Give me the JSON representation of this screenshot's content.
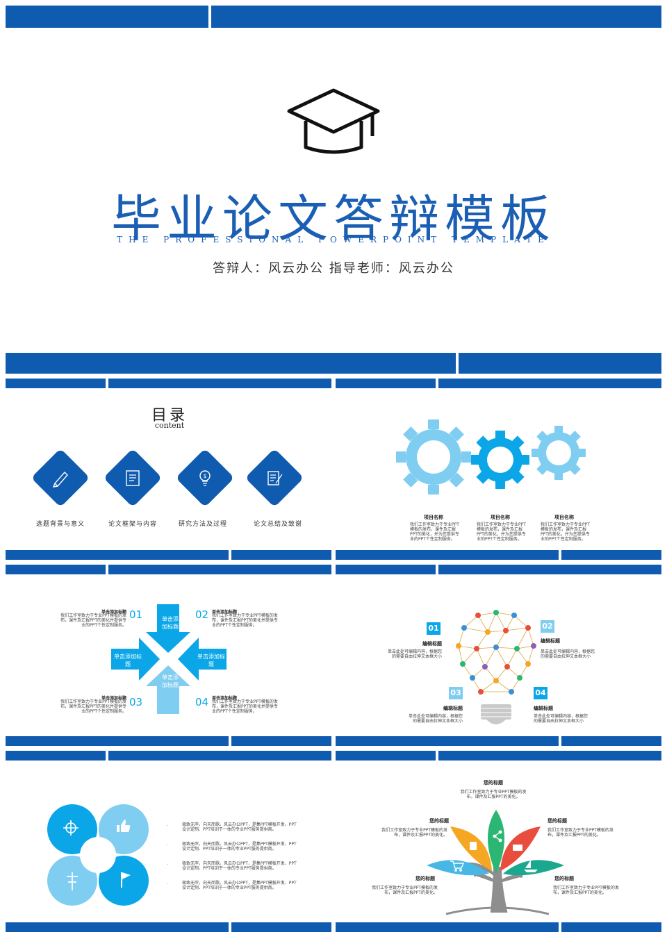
{
  "cover": {
    "title": "毕业论文答辩模板",
    "subtitle": "THE PROFESSIONAL POWERPOINT TEMPLATE",
    "author_line": "答辩人：风云办公  指导老师：风云办公"
  },
  "toc": {
    "title": "目录",
    "subtitle": "content",
    "items": [
      "选题背景与意义",
      "论文框架与内容",
      "研究方法及过程",
      "论文总结及致谢"
    ]
  },
  "gears": {
    "items": [
      {
        "title": "项目名称",
        "desc": "我们工作室致力于专业PPT模板的发布，课件及汇报PPT的美化，并为您提供专业的PPT个性定制服务。"
      },
      {
        "title": "项目名称",
        "desc": "我们工作室致力于专业PPT模板的发布，课件及汇报PPT的美化，并为您提供专业的PPT个性定制服务。"
      },
      {
        "title": "项目名称",
        "desc": "我们工作室致力于专业PPT模板的发布，课件及汇报PPT的美化，并为您提供专业的PPT个性定制服务。"
      }
    ]
  },
  "arrows": {
    "center": [
      "单击添加标题",
      "单击添加标题",
      "单击添加标题",
      "单击添加标题"
    ],
    "items": [
      {
        "num": "01",
        "title": "单击添加标题",
        "desc": "我们工作室致力于专业PPT模板的发布，课件及汇报PPT的美化并提供专业的PPT个性定制服务。"
      },
      {
        "num": "02",
        "title": "单击添加标题",
        "desc": "我们工作室致力于专业PPT模板的发布，课件及汇报PPT的美化并提供专业的PPT个性定制服务。"
      },
      {
        "num": "03",
        "title": "单击添加标题",
        "desc": "我们工作室致力于专业PPT模板的发布，课件及汇报PPT的美化并提供专业的PPT个性定制服务。"
      },
      {
        "num": "04",
        "title": "单击添加标题",
        "desc": "我们工作室致力于专业PPT模板的发布，课件及汇报PPT的美化并提供专业的PPT个性定制服务。"
      }
    ]
  },
  "bulb": {
    "items": [
      {
        "num": "01",
        "title": "编辑标题",
        "desc": "单击此处可编辑内容，根据您的需要自由拉伸文本框大小"
      },
      {
        "num": "02",
        "title": "编辑标题",
        "desc": "单击此处可编辑内容，根据您的需要自由拉伸文本框大小"
      },
      {
        "num": "03",
        "title": "编辑标题",
        "desc": "单击此处可编辑内容，根据您的需要自由拉伸文本框大小"
      },
      {
        "num": "04",
        "title": "编辑标题",
        "desc": "单击此处可编辑内容，根据您的需要自由拉伸文本框大小"
      }
    ]
  },
  "petals": {
    "items": [
      "极致无岸，向天而歌。风云办公PPT，是集PPT模板开发、PPT设计定制、PPT培训于一体的专业PPT服务提供商。",
      "极致无岸，向天而歌。风云办公PPT，是集PPT模板开发、PPT设计定制、PPT培训于一体的专业PPT服务提供商。",
      "极致无岸，向天而歌。风云办公PPT，是集PPT模板开发、PPT设计定制、PPT培训于一体的专业PPT服务提供商。",
      "极致无岸，向天而歌。风云办公PPT，是集PPT模板开发、PPT设计定制、PPT培训于一体的专业PPT服务提供商。"
    ]
  },
  "tree": {
    "items": [
      {
        "title": "您的标题",
        "desc": "我们工作室致力于专业PPT模板的发布，课件及汇报PPT的美化。"
      },
      {
        "title": "您的标题",
        "desc": "我们工作室致力于专业PPT模板的发布，课件及汇报PPT的美化。"
      },
      {
        "title": "您的标题",
        "desc": "我们工作室致力于专业PPT模板的发布，课件及汇报PPT的美化。"
      },
      {
        "title": "您的标题",
        "desc": "我们工作室致力于专业PPT模板的发布，课件及汇报PPT的美化。"
      },
      {
        "title": "您的标题",
        "desc": "我们工作室致力于专业PPT模板的发布，课件及汇报PPT的美化。"
      }
    ]
  },
  "colors": {
    "primary": "#0f5bb0",
    "light_blue": "#6cc4ee",
    "cyan": "#0aa6e8"
  }
}
